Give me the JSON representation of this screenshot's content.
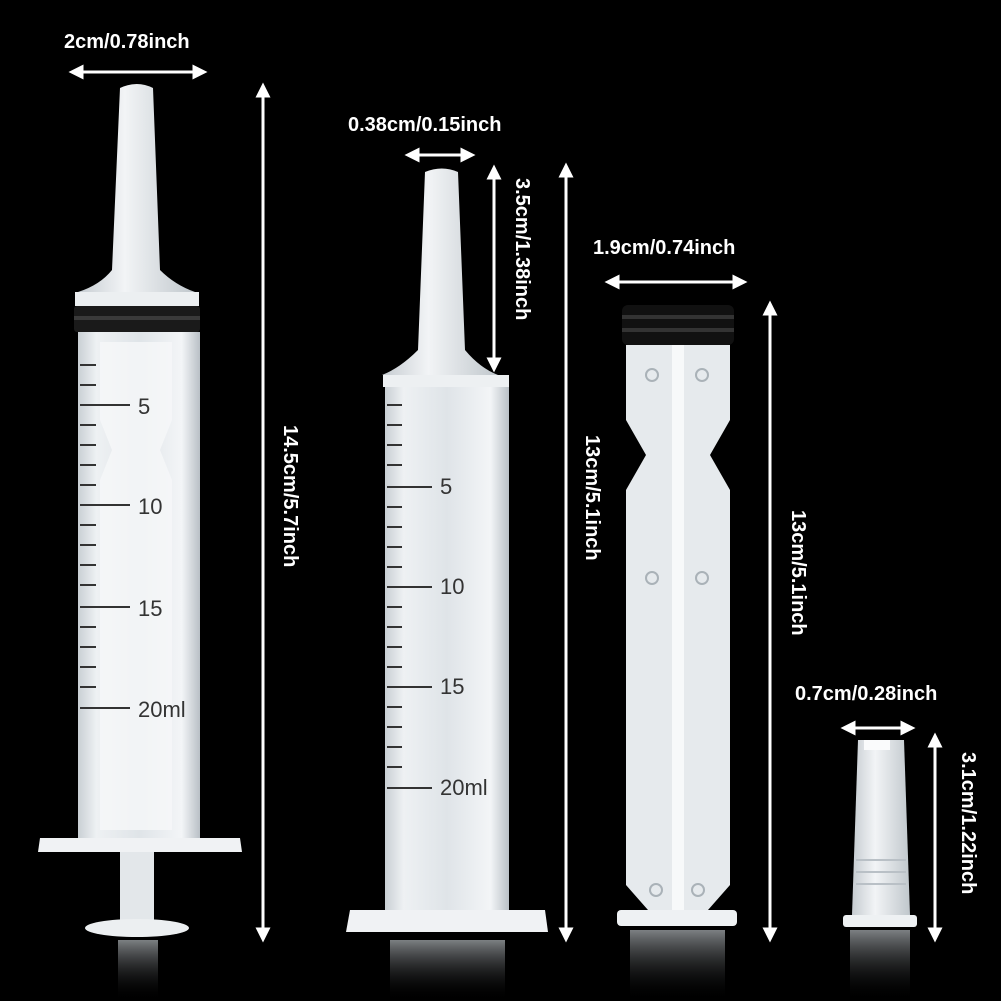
{
  "product": {
    "syringe_large": {
      "width_label": "2cm/0.78inch",
      "length_label": "14.5cm/5.7inch",
      "scale_marks": [
        "5",
        "10",
        "15",
        "20ml"
      ]
    },
    "syringe_medium": {
      "tip_width_label": "0.38cm/0.15inch",
      "tip_length_label": "3.5cm/1.38inch",
      "length_label": "13cm/5.1inch",
      "scale_marks": [
        "5",
        "10",
        "15",
        "20ml"
      ]
    },
    "plunger": {
      "width_label": "1.9cm/0.74inch",
      "length_label": "13cm/5.1inch"
    },
    "tip_cap": {
      "width_label": "0.7cm/0.28inch",
      "length_label": "3.1cm/1.22inch"
    }
  },
  "colors": {
    "background": "#000000",
    "plastic": "#e8ecef",
    "label": "#ffffff",
    "gasket": "#1a1a1a"
  }
}
